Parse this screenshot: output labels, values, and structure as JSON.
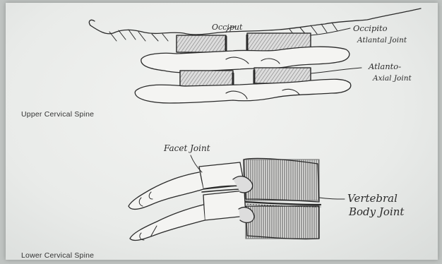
{
  "diagram": {
    "labels": {
      "occiput": "Occiput",
      "occipito_atlantal_line1": "Occipito",
      "occipito_atlantal_line2": "Atlantal Joint",
      "atlanto_axial_line1": "Atlanto-",
      "atlanto_axial_line2": "Axial Joint",
      "facet_joint": "Facet Joint",
      "vertebral_body_line1": "Vertebral",
      "vertebral_body_line2": "Body Joint"
    },
    "captions": {
      "upper": "Upper Cervical Spine",
      "lower": "Lower Cervical Spine"
    }
  }
}
